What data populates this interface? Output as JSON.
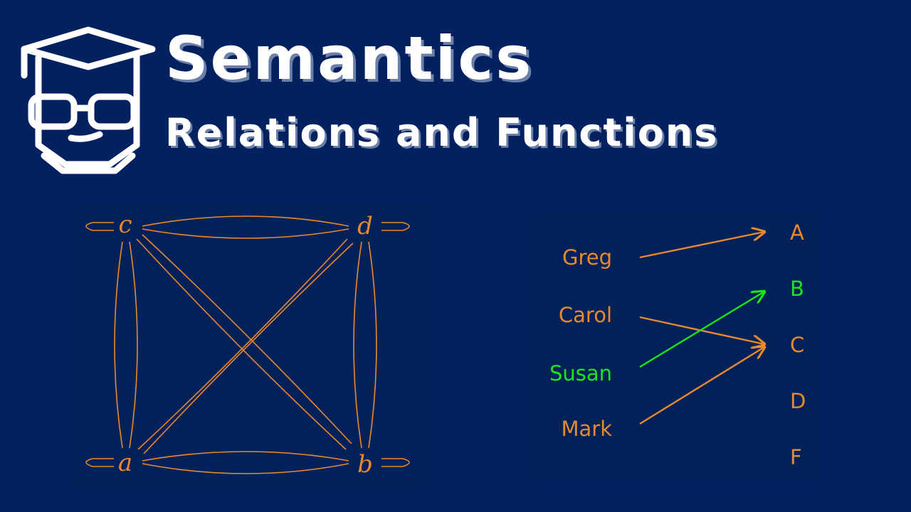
{
  "header": {
    "title": "Semantics",
    "subtitle": "Relations and Functions",
    "logo_icon": "student-with-graduation-cap-and-glasses-icon"
  },
  "colors": {
    "background": "#03215f",
    "panel": "#022158",
    "edge": "#e8892f",
    "highlight": "#19e619",
    "text": "#ffffff"
  },
  "relation_graph": {
    "nodes": [
      "a",
      "b",
      "c",
      "d"
    ],
    "complete_with_self_loops": true
  },
  "function_mapping": {
    "domain": [
      "Greg",
      "Carol",
      "Susan",
      "Mark"
    ],
    "codomain": [
      "A",
      "B",
      "C",
      "D",
      "F"
    ],
    "mappings": [
      {
        "from": "Greg",
        "to": "A"
      },
      {
        "from": "Carol",
        "to": "C"
      },
      {
        "from": "Susan",
        "to": "B",
        "highlighted": true
      },
      {
        "from": "Mark",
        "to": "C"
      }
    ],
    "highlighted": [
      "Susan",
      "B"
    ]
  }
}
